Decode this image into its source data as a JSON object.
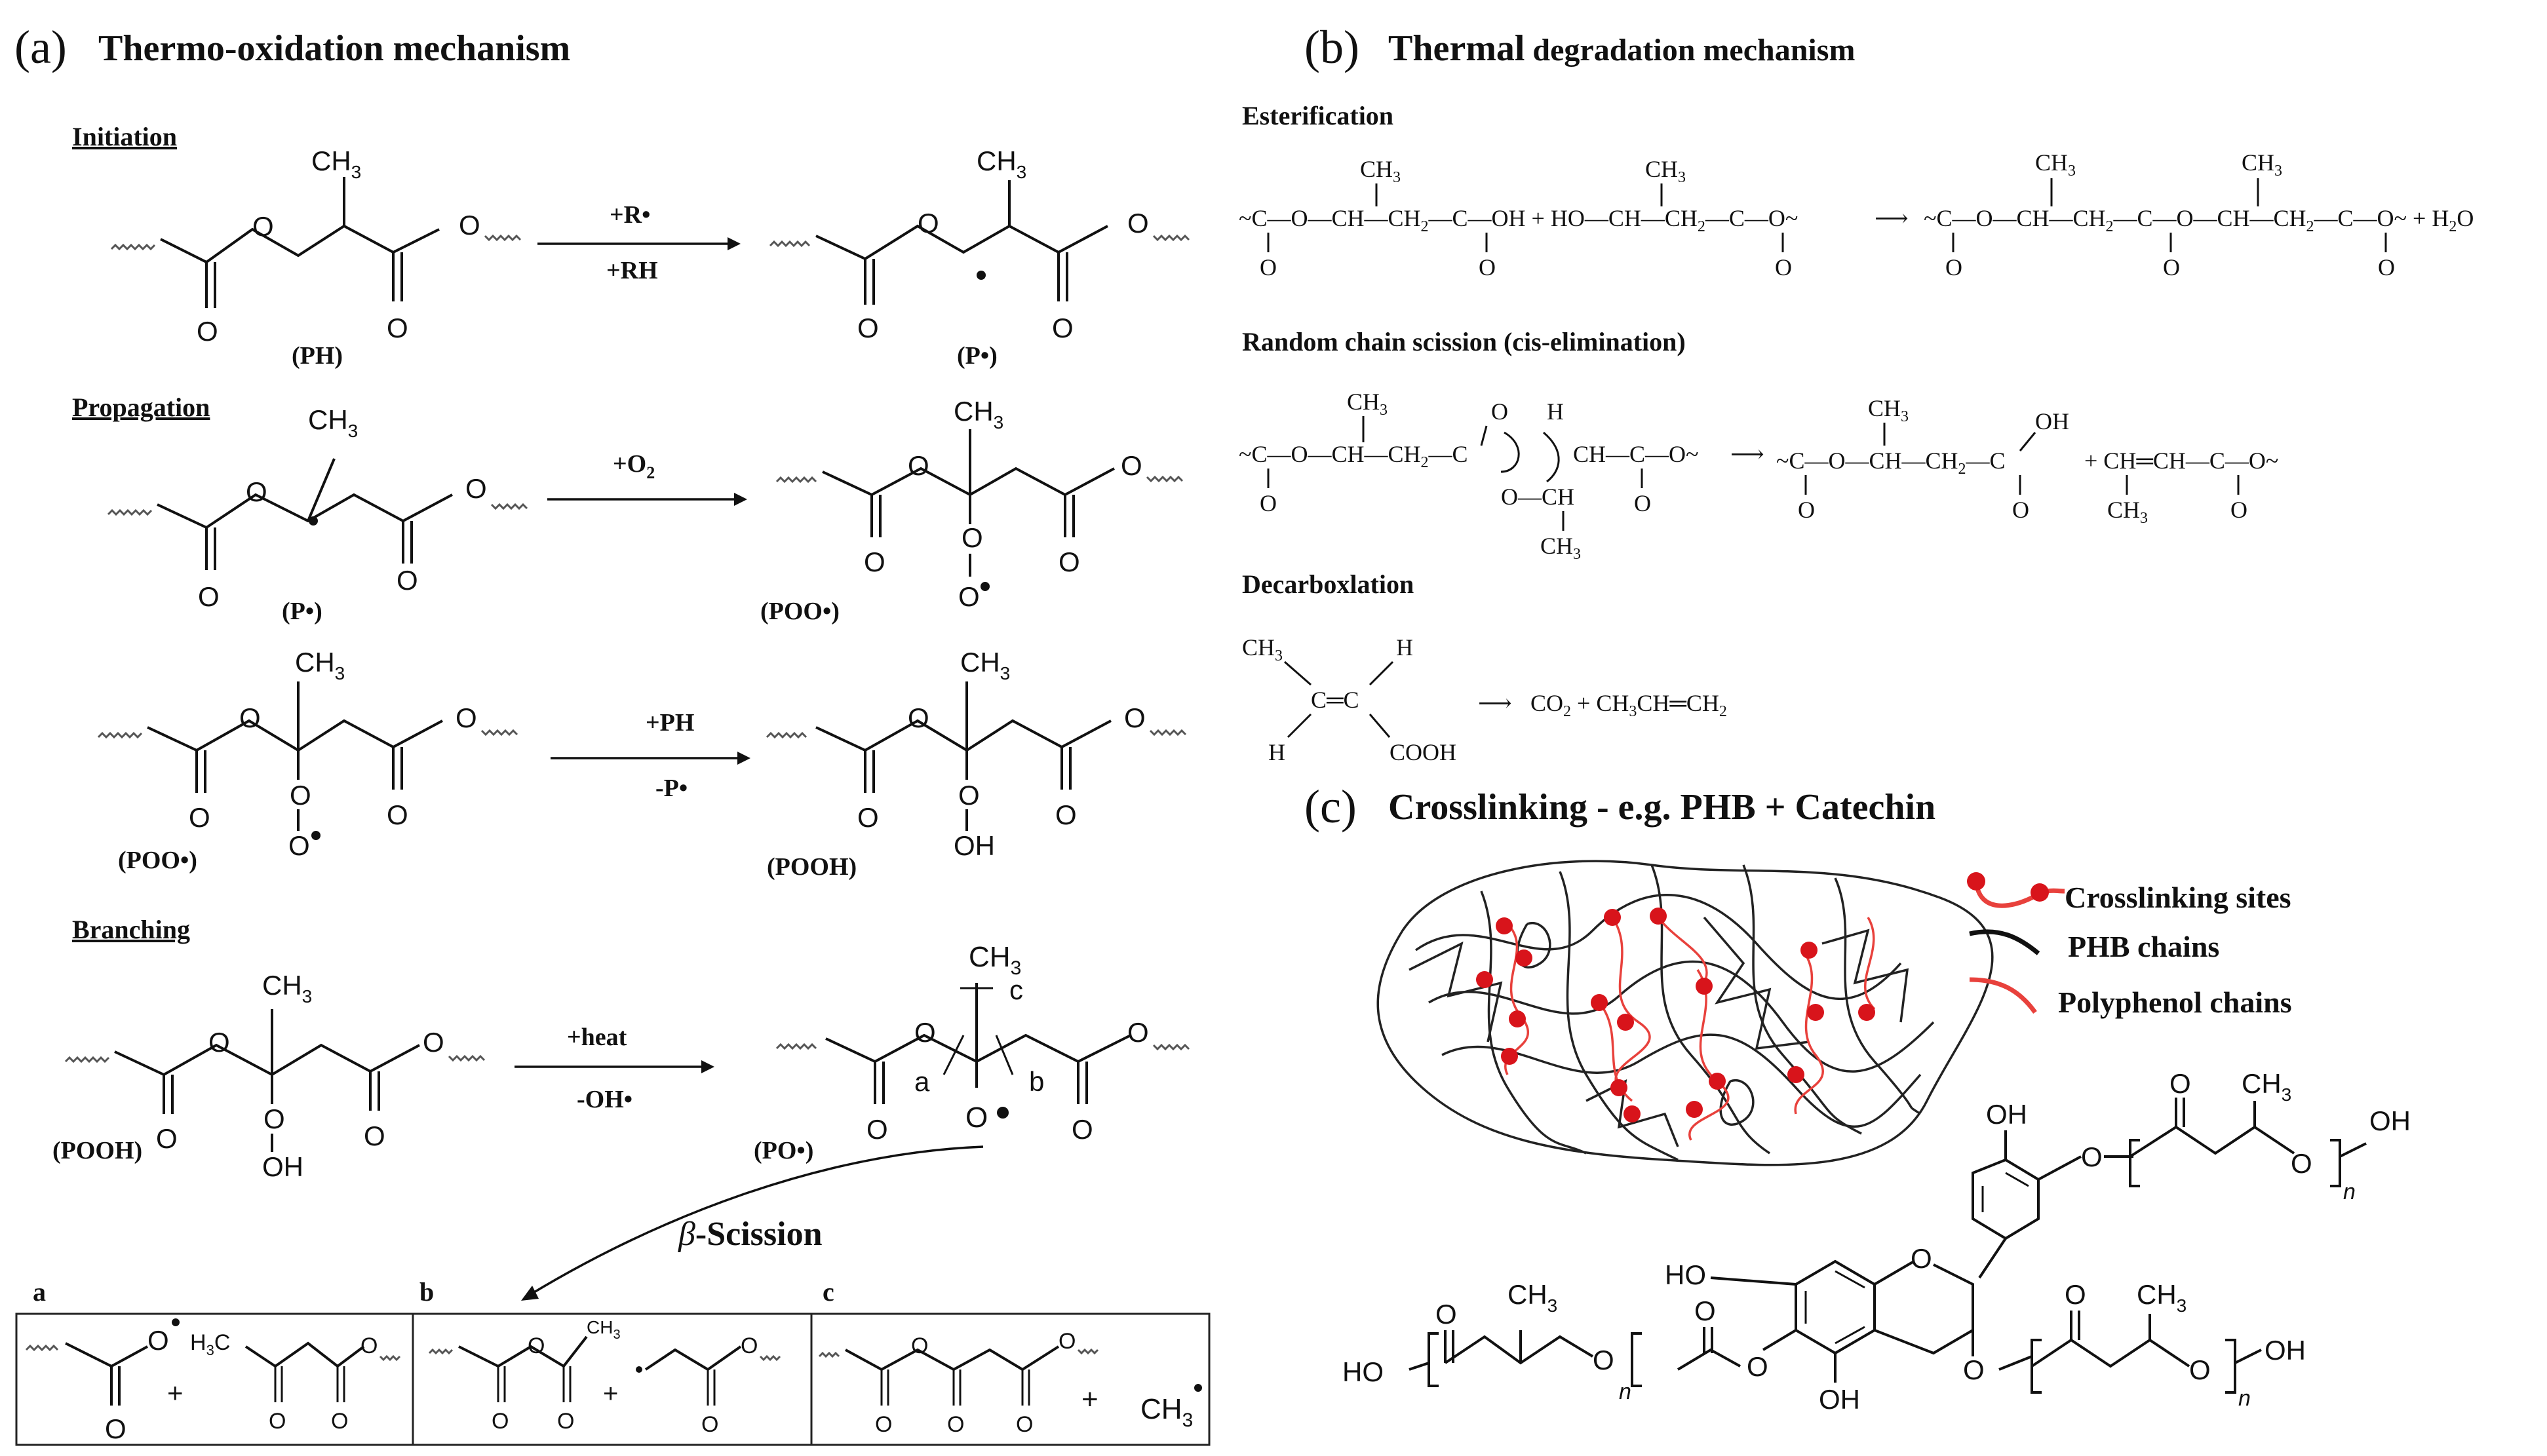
{
  "panel_a": {
    "letter": "(a)",
    "title": "Thermo-oxidation mechanism",
    "initiation": "Initiation",
    "propagation": "Propagation",
    "branching": "Branching",
    "ph": "(PH)",
    "p_rad": "(P•)",
    "poo_rad": "(POO•)",
    "pooh": "(POOH)",
    "po_rad": "(PO•)",
    "r_add": "+R•",
    "rh_add": "+RH",
    "o2_add": "+O",
    "o2_sub": "2",
    "ph_add": "+PH",
    "p_sub": "-P•",
    "heat_add": "+heat",
    "oh_sub": "-OH•",
    "beta_symbol": "β",
    "beta_text": "-Scission",
    "box_a": "a",
    "box_b": "b",
    "box_c": "c",
    "ch3": "CH",
    "three": "3",
    "o": "O",
    "oh": "OH",
    "h3c": "H",
    "h3c_c": "C",
    "plus": "+",
    "site_a": "a",
    "site_b": "b",
    "site_c": "c"
  },
  "panel_b": {
    "letter": "(b)",
    "title_bold": "Thermal",
    "title_rest": " degradation mechanism",
    "esterification": "Esterification",
    "random_scission": "Random chain scission (cis-elimination)",
    "decarboxylation": "Decarboxlation",
    "ester_l1": "CH",
    "ester_main1": "~C—O—CH—CH",
    "ester_main1b": "—C—OH + HO—CH—CH",
    "ester_main1c": "—C—O~",
    "ester_arrow": "⟶",
    "ester_main2": "~C—O—CH—CH",
    "ester_main2b": "—C—O—CH—CH",
    "ester_main2c": "—C—O~ + H",
    "ester_h2o_o": "O",
    "o": "O",
    "two": "2",
    "three": "3",
    "ch3": "CH",
    "h": "H",
    "scis_main1": "~C—O—CH—CH",
    "scis_c": "—C",
    "scis_ch": "CH—C—O~",
    "scis_och": "O—CH",
    "scis_prod1": "~C—O—CH—CH",
    "scis_prod1b": "—C",
    "scis_oh": "OH",
    "scis_prod2": "+ CH═CH—C—O~",
    "decarb_ch3": "CH",
    "decarb_h1": "H",
    "decarb_cc": "C═C",
    "decarb_h2": "H",
    "decarb_cooh": "COOH",
    "decarb_arrow": "⟶",
    "decarb_prod": "CO",
    "decarb_prod2": " + CH",
    "decarb_prod3": "CH═CH"
  },
  "panel_c": {
    "letter": "(c)",
    "title": "Crosslinking - e.g. PHB + Catechin",
    "legend_sites": "Crosslinking sites",
    "legend_phb": "PHB chains",
    "legend_poly": "Polyphenol chains",
    "oh": "OH",
    "ho": "HO",
    "o": "O",
    "ch3": "CH",
    "three": "3",
    "n": "n"
  },
  "colors": {
    "crosslink_red": "#d8141b",
    "polyphenol_red": "#e8413c",
    "phb_black": "#222222"
  }
}
